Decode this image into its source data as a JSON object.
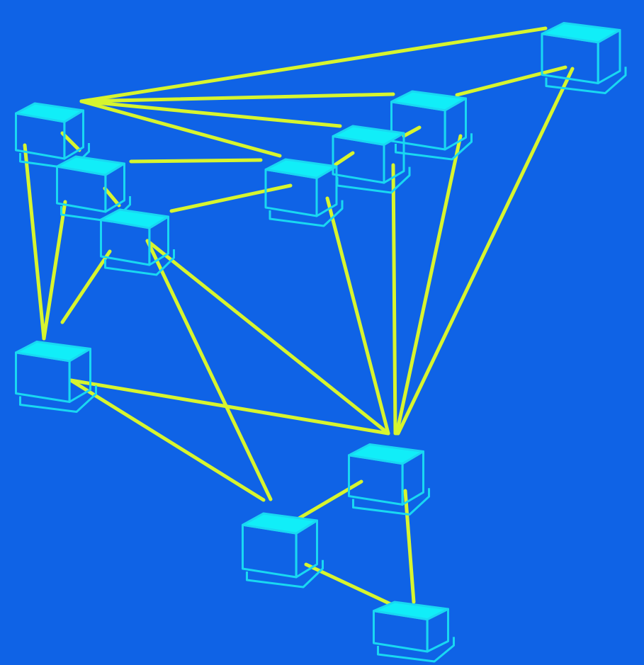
{
  "diagram": {
    "type": "network",
    "background_color": "#0f63e6",
    "node_fill_color": "#11eef8",
    "node_outline_color": "#19d8f2",
    "edge_color": "#d7f52e",
    "nodes": [
      {
        "id": "n1",
        "icon": "server-box-icon"
      },
      {
        "id": "n2",
        "icon": "server-box-icon"
      },
      {
        "id": "n3",
        "icon": "server-box-icon"
      },
      {
        "id": "n4",
        "icon": "server-box-icon"
      },
      {
        "id": "n5",
        "icon": "server-box-icon"
      },
      {
        "id": "n6",
        "icon": "server-box-icon"
      },
      {
        "id": "n7",
        "icon": "server-box-icon"
      },
      {
        "id": "n8",
        "icon": "server-box-icon"
      },
      {
        "id": "n9",
        "icon": "server-box-icon"
      },
      {
        "id": "n10",
        "icon": "server-box-icon"
      },
      {
        "id": "n11",
        "icon": "server-box-icon"
      },
      {
        "id": "n12",
        "icon": "server-box-icon"
      }
    ],
    "edges": [
      [
        "n1",
        "n8"
      ],
      [
        "n1",
        "n5"
      ],
      [
        "n1",
        "n7"
      ],
      [
        "n1",
        "n6"
      ],
      [
        "n1",
        "n2"
      ],
      [
        "n1",
        "n9"
      ],
      [
        "n2",
        "n3"
      ],
      [
        "n2",
        "n6"
      ],
      [
        "n2",
        "n9"
      ],
      [
        "n3",
        "n6"
      ],
      [
        "n3",
        "n9"
      ],
      [
        "n3",
        "n10"
      ],
      [
        "n3",
        "n11"
      ],
      [
        "n6",
        "n7"
      ],
      [
        "n6",
        "n10"
      ],
      [
        "n7",
        "n8"
      ],
      [
        "n7",
        "n10"
      ],
      [
        "n8",
        "n10"
      ],
      [
        "n5",
        "n8"
      ],
      [
        "n5",
        "n10"
      ],
      [
        "n9",
        "n10"
      ],
      [
        "n9",
        "n11"
      ],
      [
        "n10",
        "n11"
      ],
      [
        "n10",
        "n12"
      ],
      [
        "n11",
        "n12"
      ]
    ]
  }
}
